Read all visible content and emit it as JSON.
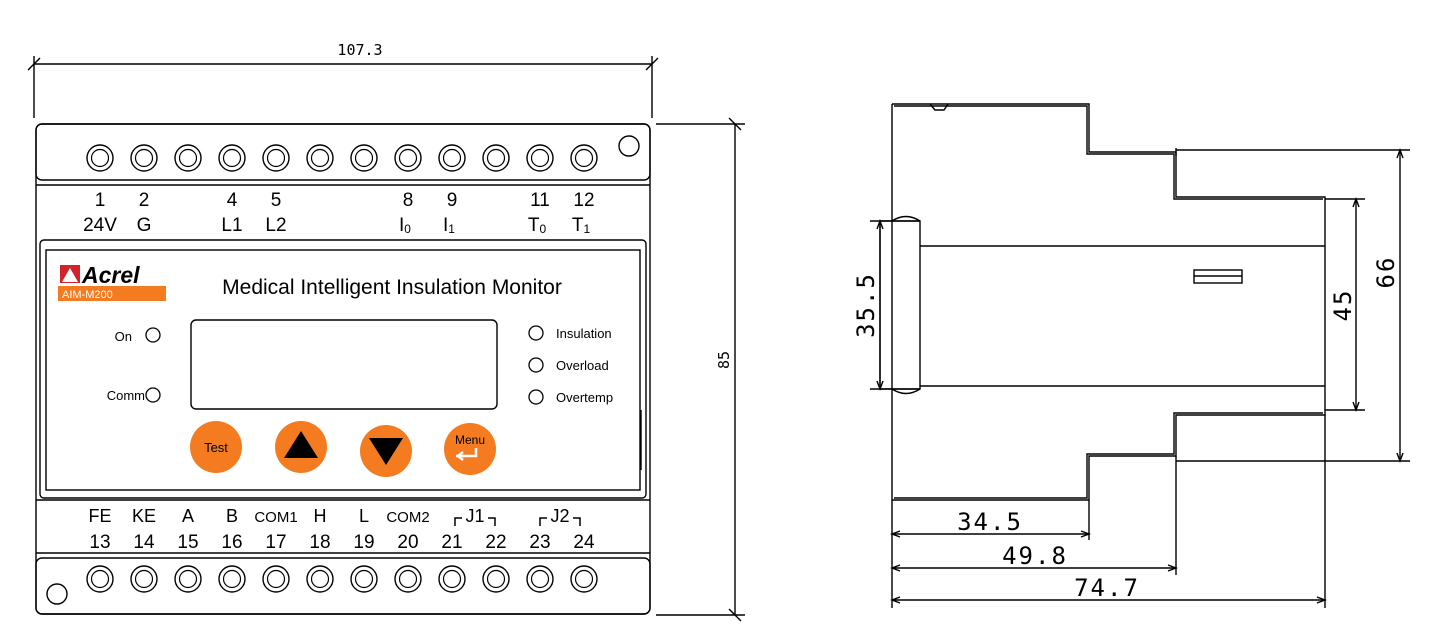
{
  "front": {
    "dim_width": "107.3",
    "dim_height": "85",
    "brand": "Acrel",
    "model": "AIM-M200",
    "product_title": "Medical Intelligent Insulation Monitor",
    "top_terminals": [
      {
        "num": "1",
        "label": "24V"
      },
      {
        "num": "2",
        "label": "G"
      },
      {
        "num": "",
        "label": ""
      },
      {
        "num": "4",
        "label": "L1"
      },
      {
        "num": "5",
        "label": "L2"
      },
      {
        "num": "",
        "label": ""
      },
      {
        "num": "",
        "label": ""
      },
      {
        "num": "8",
        "label": "I",
        "sub": "0"
      },
      {
        "num": "9",
        "label": "I",
        "sub": "1"
      },
      {
        "num": "",
        "label": ""
      },
      {
        "num": "11",
        "label": "T",
        "sub": "0"
      },
      {
        "num": "12",
        "label": "T",
        "sub": "1"
      }
    ],
    "bottom_terminals": [
      {
        "num": "13",
        "label": "FE"
      },
      {
        "num": "14",
        "label": "KE"
      },
      {
        "num": "15",
        "label": "A"
      },
      {
        "num": "16",
        "label": "B"
      },
      {
        "num": "17",
        "label": "COM1"
      },
      {
        "num": "18",
        "label": "H"
      },
      {
        "num": "19",
        "label": "L"
      },
      {
        "num": "20",
        "label": "COM2"
      },
      {
        "num": "21",
        "label": ""
      },
      {
        "num": "22",
        "label": ""
      },
      {
        "num": "23",
        "label": ""
      },
      {
        "num": "24",
        "label": ""
      }
    ],
    "relay_groups": [
      "J1",
      "J2"
    ],
    "left_leds": [
      "On",
      "Comm"
    ],
    "right_leds": [
      "Insulation",
      "Overload",
      "Overtemp"
    ],
    "buttons": {
      "test": "Test",
      "menu": "Menu"
    },
    "colors": {
      "accent": "#F47B20",
      "line": "#000000"
    }
  },
  "side": {
    "dim_depth_1": "34.5",
    "dim_depth_2": "49.8",
    "dim_depth_3": "74.7",
    "dim_height_1": "35.5",
    "dim_height_2": "45",
    "dim_height_3": "66"
  }
}
